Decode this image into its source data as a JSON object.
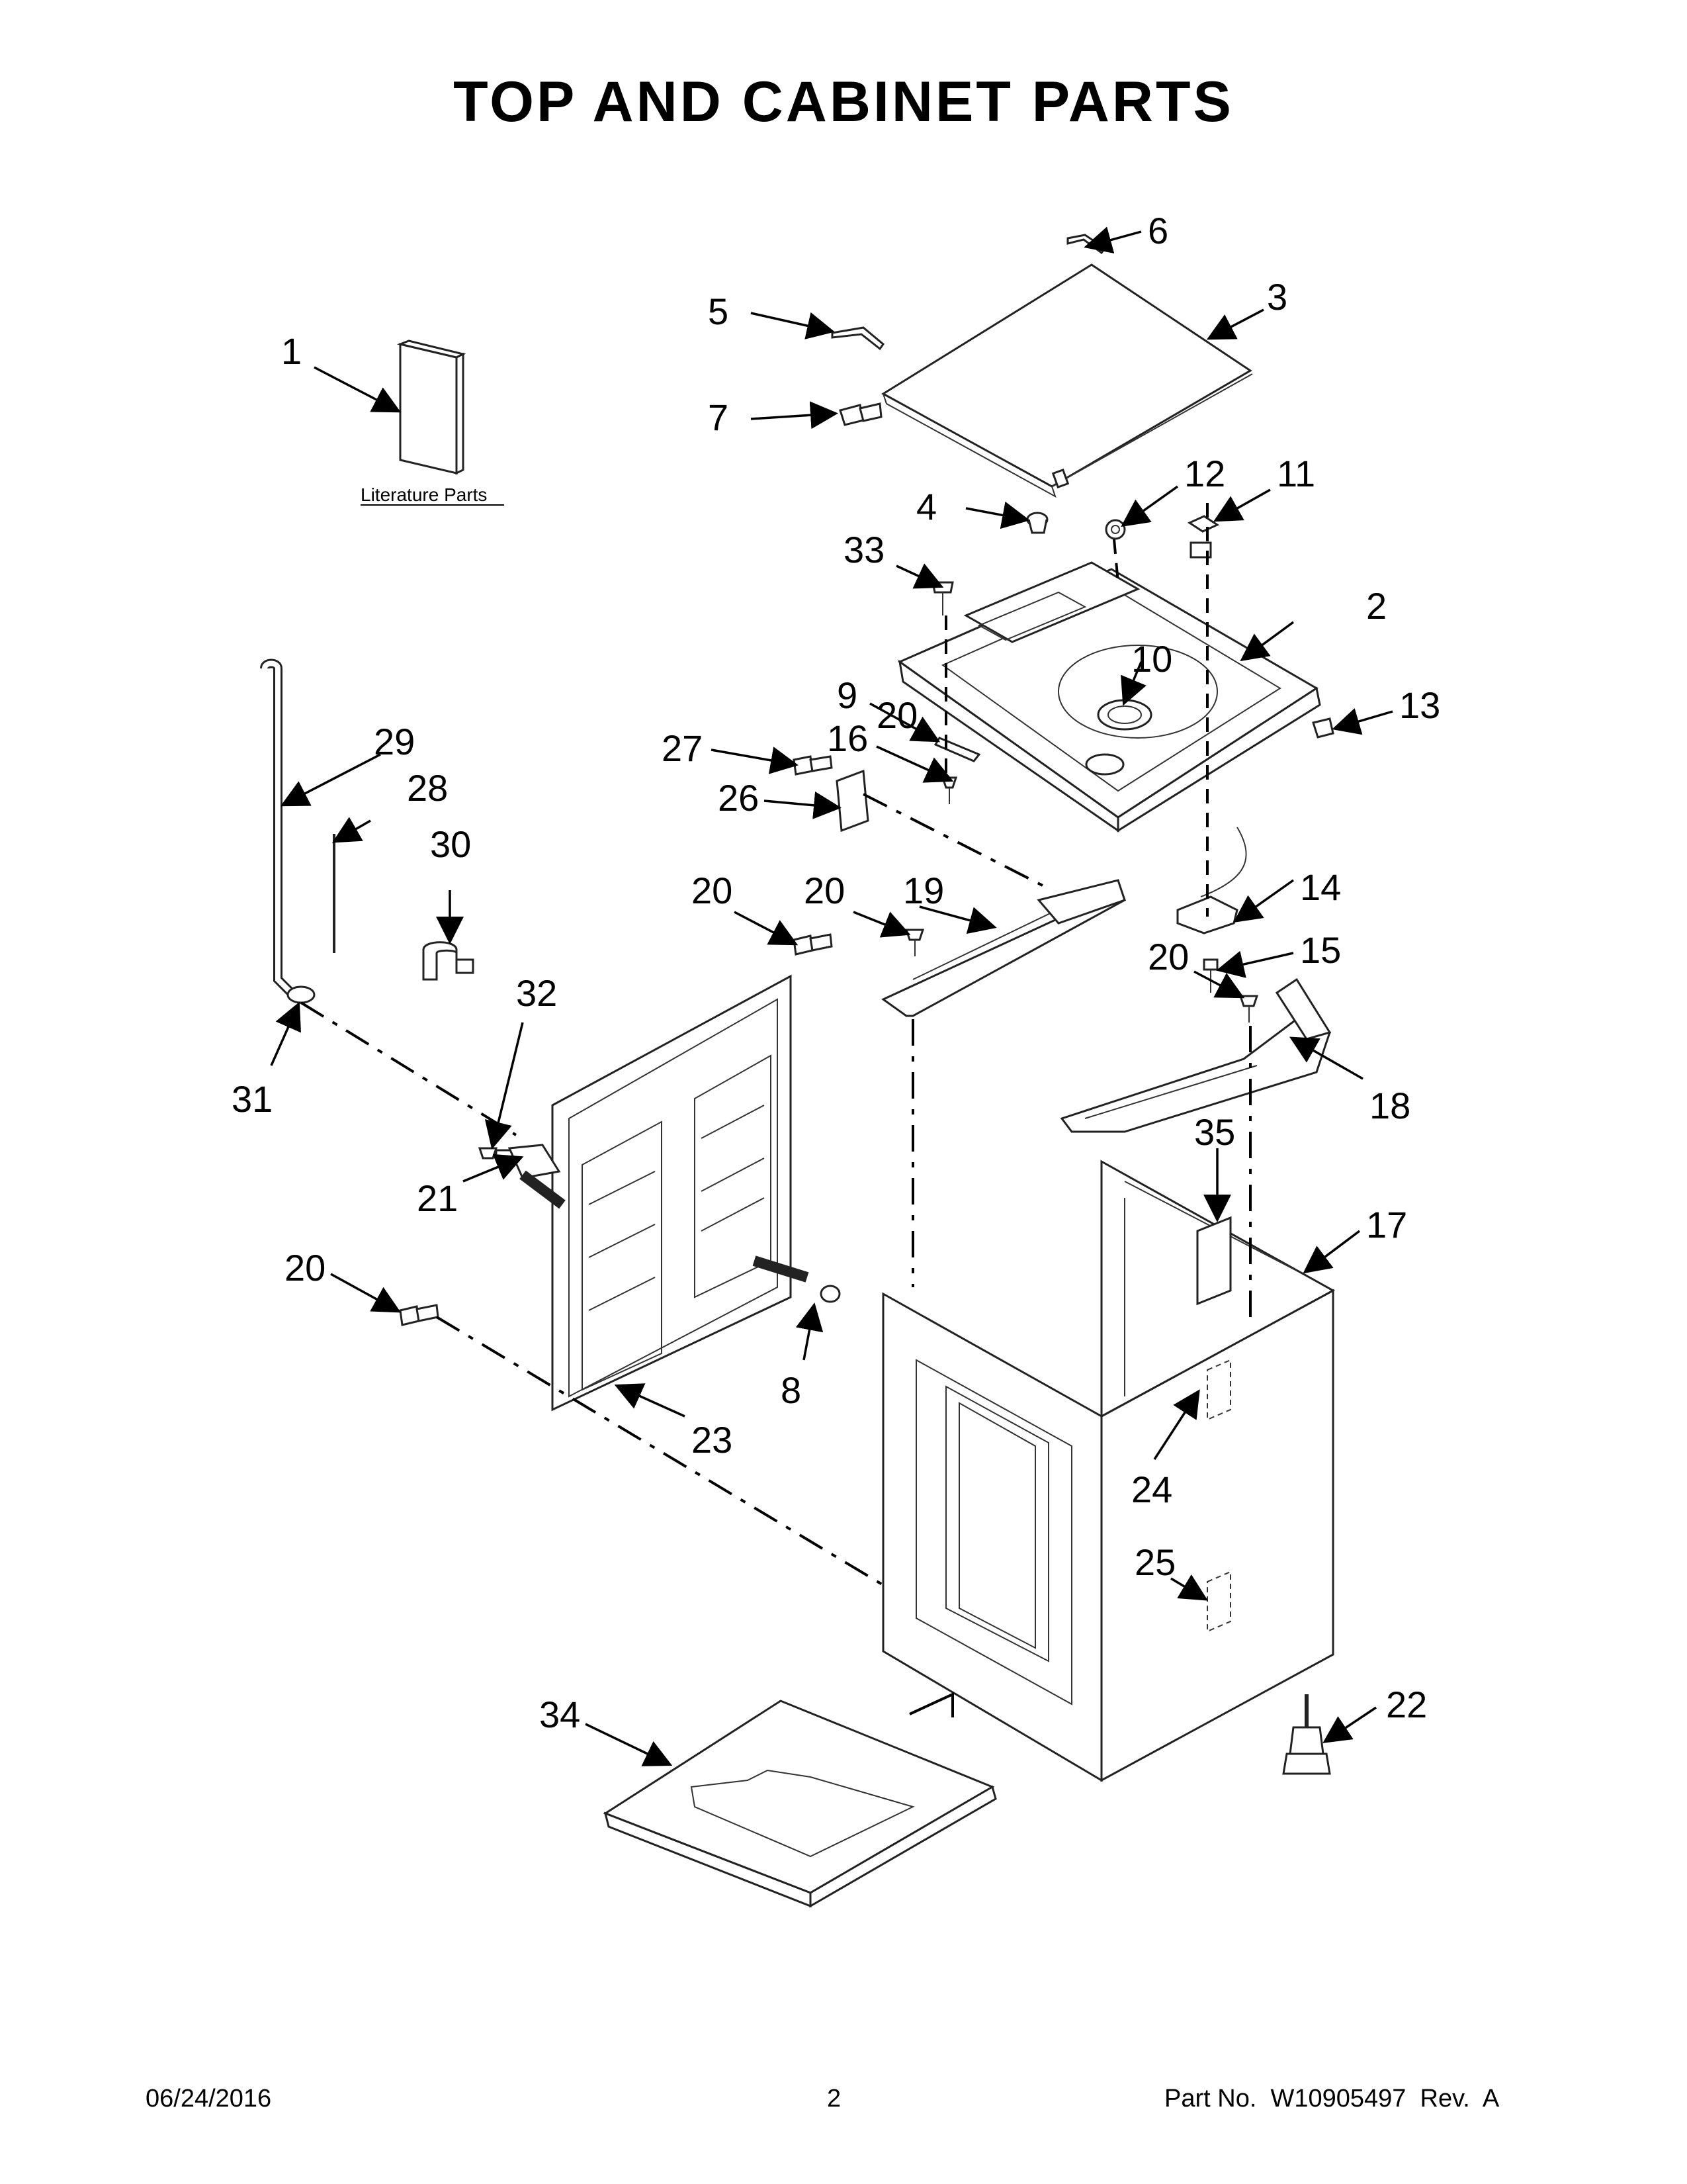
{
  "page": {
    "title": "TOP AND CABINET PARTS",
    "footer": {
      "date": "06/24/2016",
      "page_number": "2",
      "part_info": "Part No.  W10905497  Rev.  A"
    }
  },
  "literature": {
    "label": "Literature Parts"
  },
  "callouts": [
    "1",
    "2",
    "3",
    "4",
    "5",
    "6",
    "7",
    "8",
    "9",
    "10",
    "11",
    "12",
    "13",
    "14",
    "15",
    "16",
    "17",
    "18",
    "19",
    "20",
    "20",
    "20",
    "20",
    "20",
    "21",
    "22",
    "23",
    "24",
    "25",
    "26",
    "27",
    "28",
    "29",
    "30",
    "31",
    "32",
    "33",
    "34",
    "35"
  ]
}
